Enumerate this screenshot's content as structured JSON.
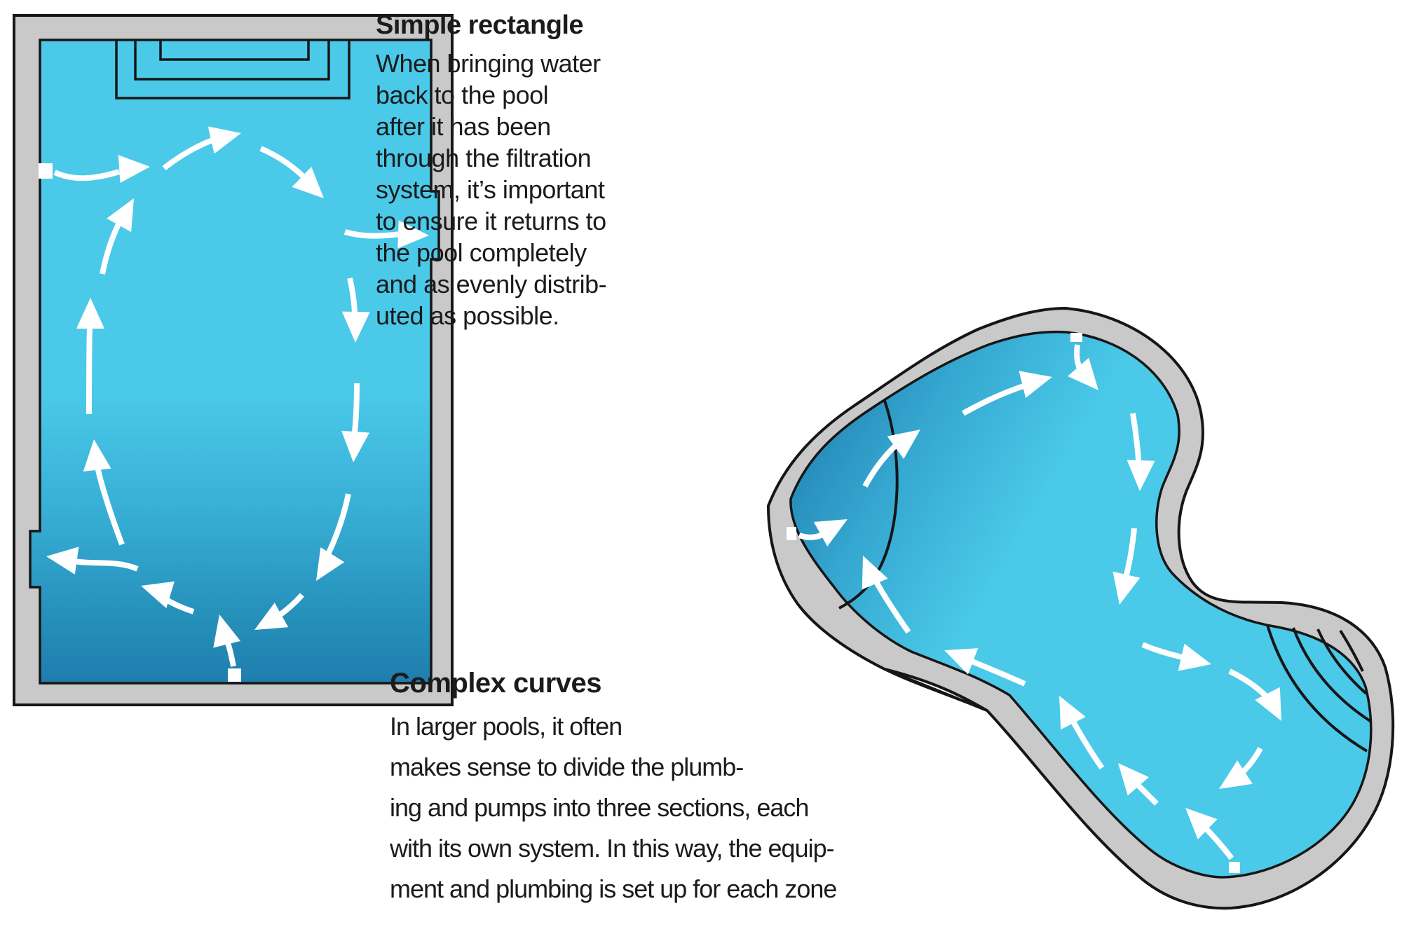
{
  "palette": {
    "background": "#FFFFFF",
    "water_cyan": "#4AC9E9",
    "water_mid": "#37ADD4",
    "water_deep": "#1F7DAD",
    "deck_gray": "#C9C9C9",
    "outline_black": "#161616",
    "arrow_white": "#FFFFFF",
    "text_black": "#1B1B1B"
  },
  "sections": {
    "simple_rectangle": {
      "heading": "Simple rectangle",
      "body": "When bringing water\nback to the pool\nafter it has been\nthrough the filtration\nsystem, it’s important\nto ensure it returns to\nthe pool completely\nand as evenly distrib-\nuted as possible."
    },
    "complex_curves": {
      "heading": "Complex curves",
      "body": "In larger pools, it often\nmakes sense to divide the plumb-\ning and pumps into three sections, each\nwith its own system. In this way, the equip-\nment and plumbing is set up for each zone"
    }
  },
  "diagrams": {
    "rectangle_pool": {
      "name": "simple-rectangular-pool-plan",
      "inlet_count": 2,
      "skimmer_notch_count": 2,
      "step_count": 3,
      "flow_direction": "clockwise"
    },
    "freeform_pool": {
      "name": "complex-freeform-pool-plan",
      "inlet_count": 3,
      "zone_divider_count": 1,
      "corner_step_arc_count": 4,
      "flow_direction": "looping"
    }
  }
}
